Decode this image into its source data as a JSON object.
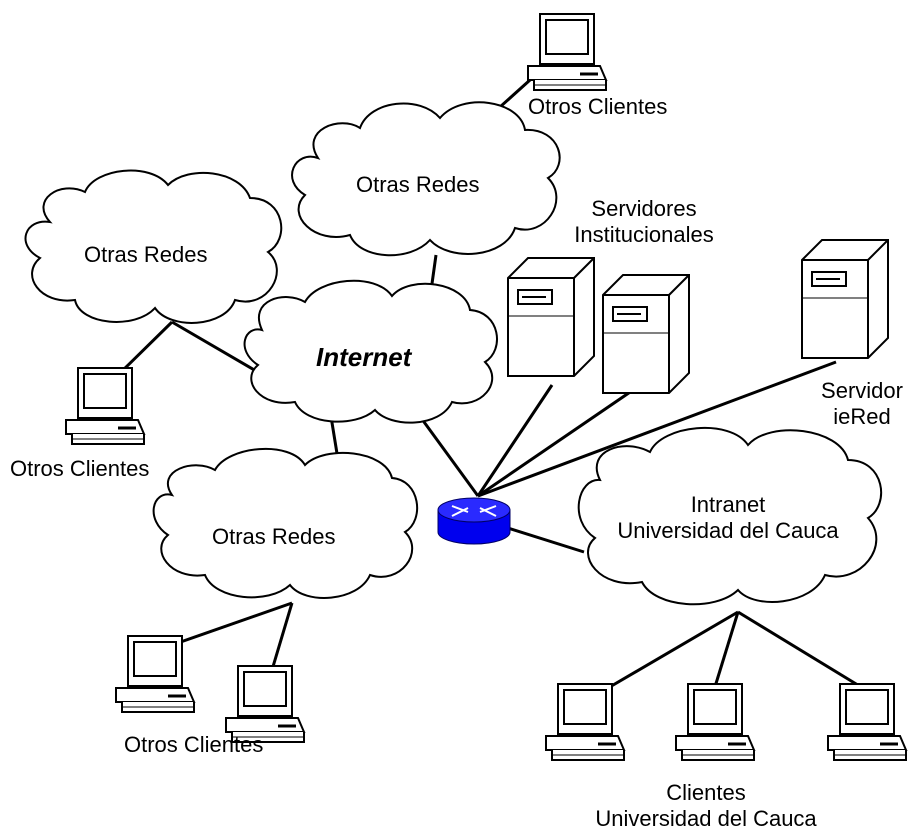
{
  "labels": {
    "top_clients": "Otros Clientes",
    "top_cloud": "Otras Redes",
    "left_cloud": "Otras Redes",
    "internet": "Internet",
    "left_clients": "Otros Clientes",
    "bottom_cloud": "Otras Redes",
    "bottom_clients": "Otros Clientes",
    "servers_line1": "Servidores",
    "servers_line2": "Institucionales",
    "iered_line1": "Servidor",
    "iered_line2": "ieRed",
    "intranet_line1": "Intranet",
    "intranet_line2": "Universidad del Cauca",
    "uc_clients_line1": "Clientes",
    "uc_clients_line2": "Universidad del Cauca"
  },
  "icons": {
    "client": "computer-icon",
    "server": "server-icon",
    "router": "router-icon",
    "cloud": "cloud-icon"
  },
  "colors": {
    "router": "#0000ee",
    "line": "#000000"
  }
}
